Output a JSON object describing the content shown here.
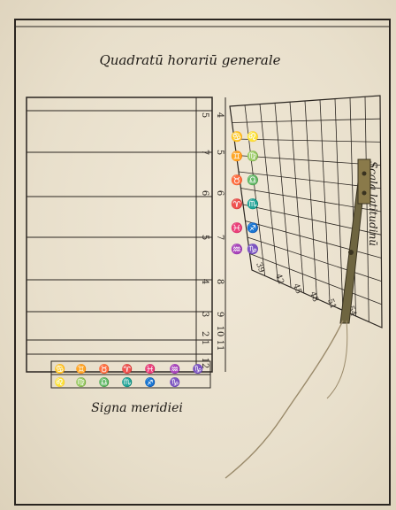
{
  "title": "Quadratū horariū generale",
  "scale_label": "Scala latitudinū",
  "bottom_label": "Signa meridiei",
  "hour_columns": {
    "left": [
      "4",
      "5",
      "6",
      "7",
      "8",
      "9",
      "10 11"
    ],
    "right": [
      "5",
      "7",
      "6",
      "5",
      "4",
      "3",
      "2 1",
      "12"
    ]
  },
  "latitudes": [
    "39",
    "42",
    "45",
    "48",
    "51",
    "54"
  ],
  "zodiac_col1": [
    "♋",
    "♊",
    "♉",
    "♈",
    "♓",
    "♒"
  ],
  "zodiac_col2": [
    "♌",
    "♍",
    "♎",
    "♏",
    "♐",
    "♑"
  ],
  "bottom_signs": [
    "♋",
    "♊",
    "♉",
    "♈",
    "♓",
    "♒",
    "♑"
  ],
  "bottom_signs2": [
    "♌",
    "♍",
    "♎",
    "♏",
    "♐",
    "♑"
  ],
  "colors": {
    "ink": "#2a2520",
    "paper": "#ece3d0",
    "brass": "#8a7a4a"
  }
}
